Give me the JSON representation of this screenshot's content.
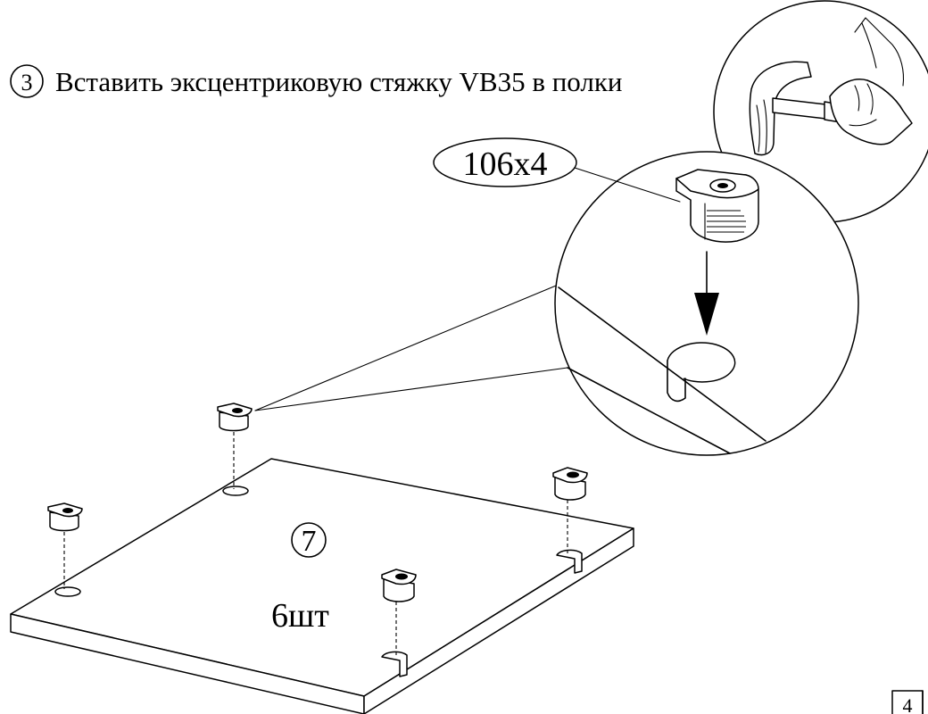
{
  "step": {
    "number": "3",
    "title": "Вставить эксцентриковую стяжку VB35 в полки"
  },
  "fitting": {
    "quantity_label": "106x4"
  },
  "shelf": {
    "part_number": "7",
    "count_label": "6шт"
  },
  "page_number": "4",
  "icons": [
    "hammer-icon",
    "hand-icon",
    "cam-lock-fitting-icon",
    "insert-arrow-icon"
  ]
}
